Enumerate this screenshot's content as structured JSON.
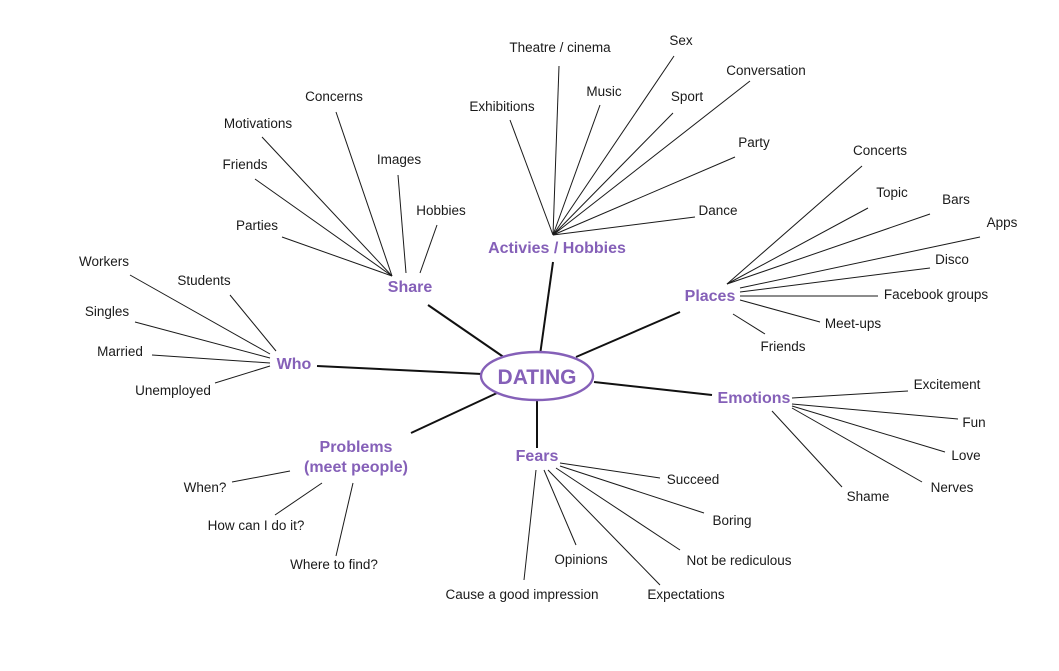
{
  "map": {
    "center": "DATING",
    "branches": {
      "hobbies": {
        "title": "Activies / Hobbies",
        "leaves": [
          "Theatre / cinema",
          "Sex",
          "Conversation",
          "Exhibitions",
          "Music",
          "Sport",
          "Party",
          "Dance"
        ]
      },
      "share": {
        "title": "Share",
        "leaves": [
          "Concerns",
          "Motivations",
          "Images",
          "Friends",
          "Hobbies",
          "Parties"
        ]
      },
      "places": {
        "title": "Places",
        "leaves": [
          "Concerts",
          "Topic",
          "Bars",
          "Apps",
          "Disco",
          "Facebook groups",
          "Meet-ups",
          "Friends"
        ]
      },
      "who": {
        "title": "Who",
        "leaves": [
          "Workers",
          "Students",
          "Singles",
          "Married",
          "Unemployed"
        ]
      },
      "emotions": {
        "title": "Emotions",
        "leaves": [
          "Excitement",
          "Fun",
          "Love",
          "Nerves",
          "Shame"
        ]
      },
      "problems": {
        "title_line1": "Problems",
        "title_line2": "(meet people)",
        "leaves": [
          "When?",
          "How can I do it?",
          "Where to find?"
        ]
      },
      "fears": {
        "title": "Fears",
        "leaves": [
          "Succeed",
          "Boring",
          "Not be rediculous",
          "Opinions",
          "Expectations",
          "Cause a good impression"
        ]
      }
    }
  }
}
